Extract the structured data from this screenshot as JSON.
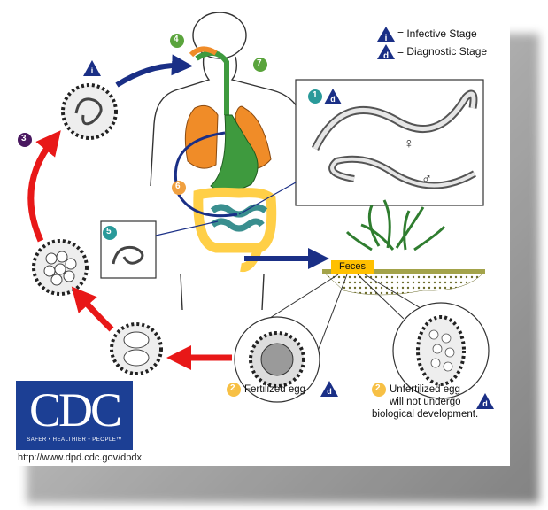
{
  "legend": {
    "infective_symbol": "i",
    "infective_label": "= Infective Stage",
    "diagnostic_symbol": "d",
    "diagnostic_label": "= Diagnostic Stage"
  },
  "stages": {
    "s1": "1",
    "s2a": "2",
    "s2b": "2",
    "s3": "3",
    "s4": "4",
    "s5": "5",
    "s6": "6",
    "s7": "7"
  },
  "labels": {
    "feces": "Feces",
    "fertilized_egg": "Fertilized egg",
    "unfertilized_line1": "Unfertilized egg",
    "unfertilized_line2": "will not undergo",
    "unfertilized_line3": "biological development.",
    "female_symbol": "♀",
    "male_symbol": "♂"
  },
  "logo": {
    "text": "CDC",
    "tagline": "SAFER • HEALTHIER • PEOPLE™"
  },
  "url": "http://www.dpd.cdc.gov/dpdx",
  "colors": {
    "infective_triangle": "#1a2f86",
    "arrow_red": "#e81818",
    "arrow_blue": "#1a2f86",
    "lungs": "#f08c28",
    "intestine": "#ffcf47",
    "stomach": "#3e9a3e",
    "feces_label": "#ffc000"
  }
}
